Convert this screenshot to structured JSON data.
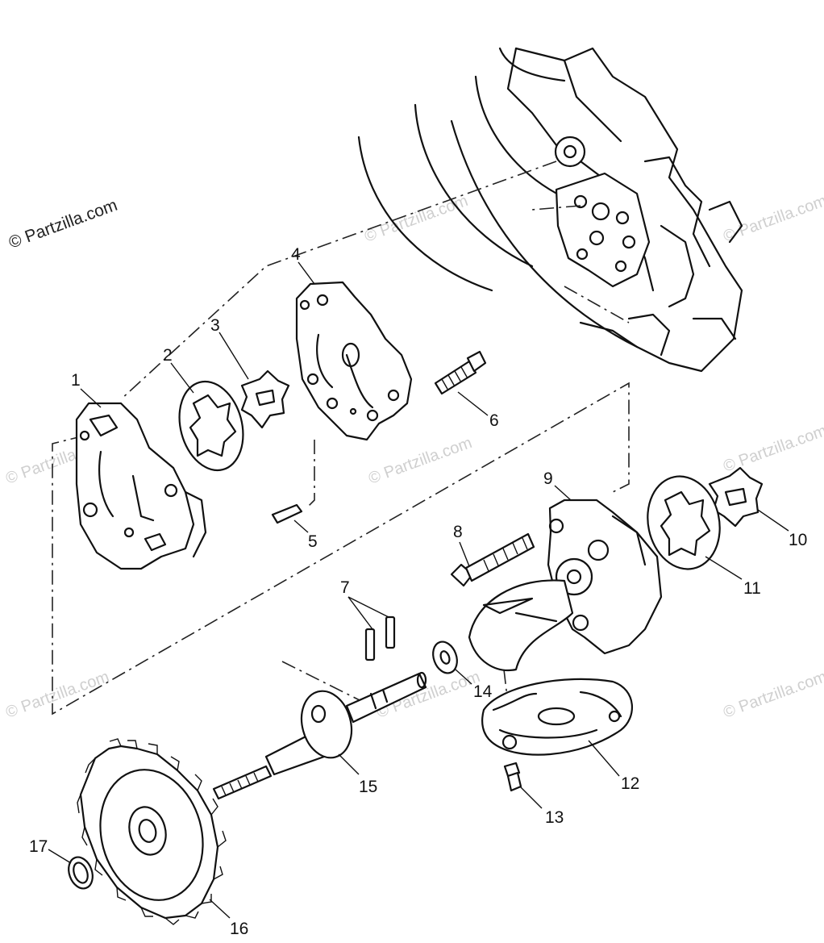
{
  "watermark": {
    "primary": "© Partzilla.com",
    "faint": "© Partzilla.com"
  },
  "callouts": [
    "1",
    "2",
    "3",
    "4",
    "5",
    "6",
    "7",
    "8",
    "9",
    "10",
    "11",
    "12",
    "13",
    "14",
    "15",
    "16",
    "17"
  ]
}
